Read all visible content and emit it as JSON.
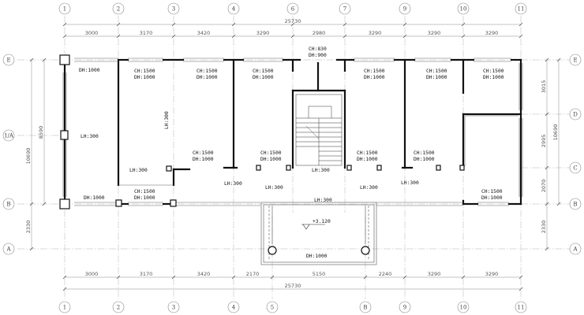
{
  "grid": {
    "vertical": [
      "1",
      "2",
      "3",
      "4",
      "5",
      "6",
      "7",
      "B",
      "9",
      "10",
      "11"
    ],
    "horizontal": [
      "E",
      "D",
      "C",
      "B",
      "A"
    ],
    "left_extra": "1/A"
  },
  "dimensions": {
    "top_overall": "25730",
    "top_segments": [
      "3000",
      "3170",
      "3420",
      "3290",
      "2980",
      "3290",
      "3290",
      "3290"
    ],
    "bottom_overall": "25730",
    "bottom_segments": [
      "3000",
      "3170",
      "3420",
      "2170",
      "5150",
      "2240",
      "3290",
      "3290"
    ],
    "left_overall": "10690",
    "left_inner": "8590",
    "left_bottom": "2330",
    "right_segments": [
      "3015",
      "2995",
      "2070",
      "2330"
    ],
    "right_overall": "10690"
  },
  "annotations": {
    "top_center_ch": "CH:830",
    "top_center_dh": "DH:900",
    "room1_top": "DH:1000",
    "room1_lh": "LH:300",
    "room1_bottom": "DH:1000",
    "room2_top_ch": "CH:1500",
    "room2_top_dh": "DH:1000",
    "room2_lh": "LH:300",
    "room2_bot_ch": "CH:1500",
    "room2_bot_dh": "DH:1000",
    "room3_top_ch": "CH:1500",
    "room3_top_dh": "DH:1000",
    "room3_lh": "LH:300",
    "room3_bot_ch": "CH:1500",
    "room3_bot_dh": "DH:1000",
    "corr_lh1": "LH:300",
    "room4_top_ch": "CH:1500",
    "room4_top_dh": "DH:1000",
    "stair_left_ch": "CH:1500",
    "stair_left_dh": "DH:1000",
    "stair_lh": "LH:300",
    "stair_right_ch": "CH:1500",
    "stair_right_dh": "DH:1000",
    "corr_lh2": "LH:300",
    "room5_top_ch": "CH:1500",
    "room5_top_dh": "DH:1000",
    "corr_lh3": "LH:300",
    "corr_lh4": "LH:300",
    "room6_top_ch": "CH:1500",
    "room6_top_dh": "DH:1000",
    "room6_bot_ch": "CH:1500",
    "room6_bot_dh": "DH:1000",
    "room7_top_ch": "CH:1500",
    "room7_top_dh": "DH:1000",
    "room7_bot_ch": "CH:1500",
    "room7_bot_dh": "DH:1000",
    "elevation": "+3.120",
    "entry_dh": "DH:1000"
  }
}
